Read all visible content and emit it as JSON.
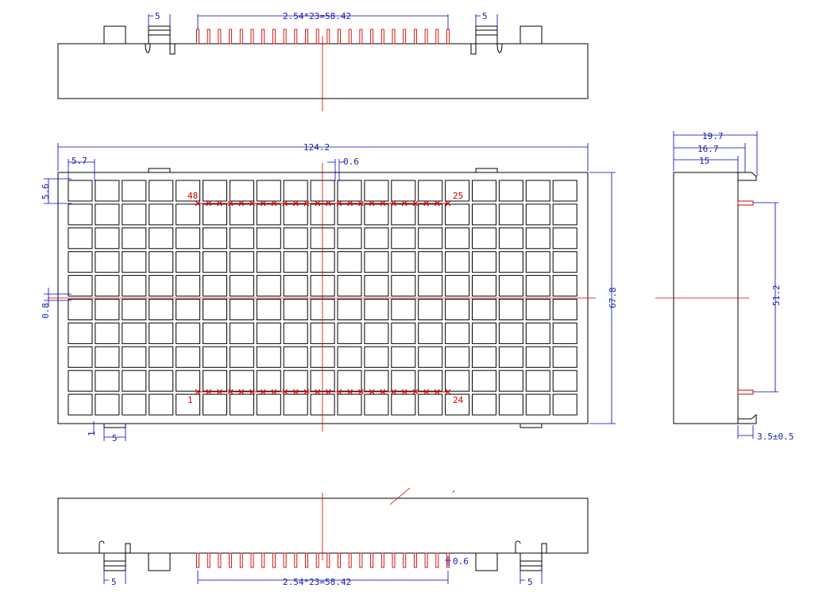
{
  "top_view": {
    "dim_pitch": "2.54*23=58.42",
    "dim_latch_left": "5",
    "dim_latch_right": "5"
  },
  "front_view": {
    "dim_width": "124.2",
    "dim_offset": "5.7",
    "dim_pin_width": "0.6",
    "dim_top_margin": "5.6",
    "dim_center_offset": "0.8",
    "dim_height": "67.8",
    "dim_bottom_1": "1",
    "dim_bottom_5": "5",
    "pin_labels": {
      "top_left": "48",
      "top_right": "25",
      "bottom_left": "1",
      "bottom_right": "24"
    },
    "grid": {
      "cols": 19,
      "rows": 10
    },
    "pins_per_row": 24
  },
  "side_view": {
    "dim_19_7": "19.7",
    "dim_16_7": "16.7",
    "dim_15": "15",
    "dim_51_2": "51.2",
    "dim_tail": "3.5±0.5"
  },
  "bottom_view": {
    "dim_pitch": "2.54*23=58.42",
    "dim_pin_width": "0.6",
    "dim_latch_left": "5",
    "dim_latch_right": "5"
  }
}
